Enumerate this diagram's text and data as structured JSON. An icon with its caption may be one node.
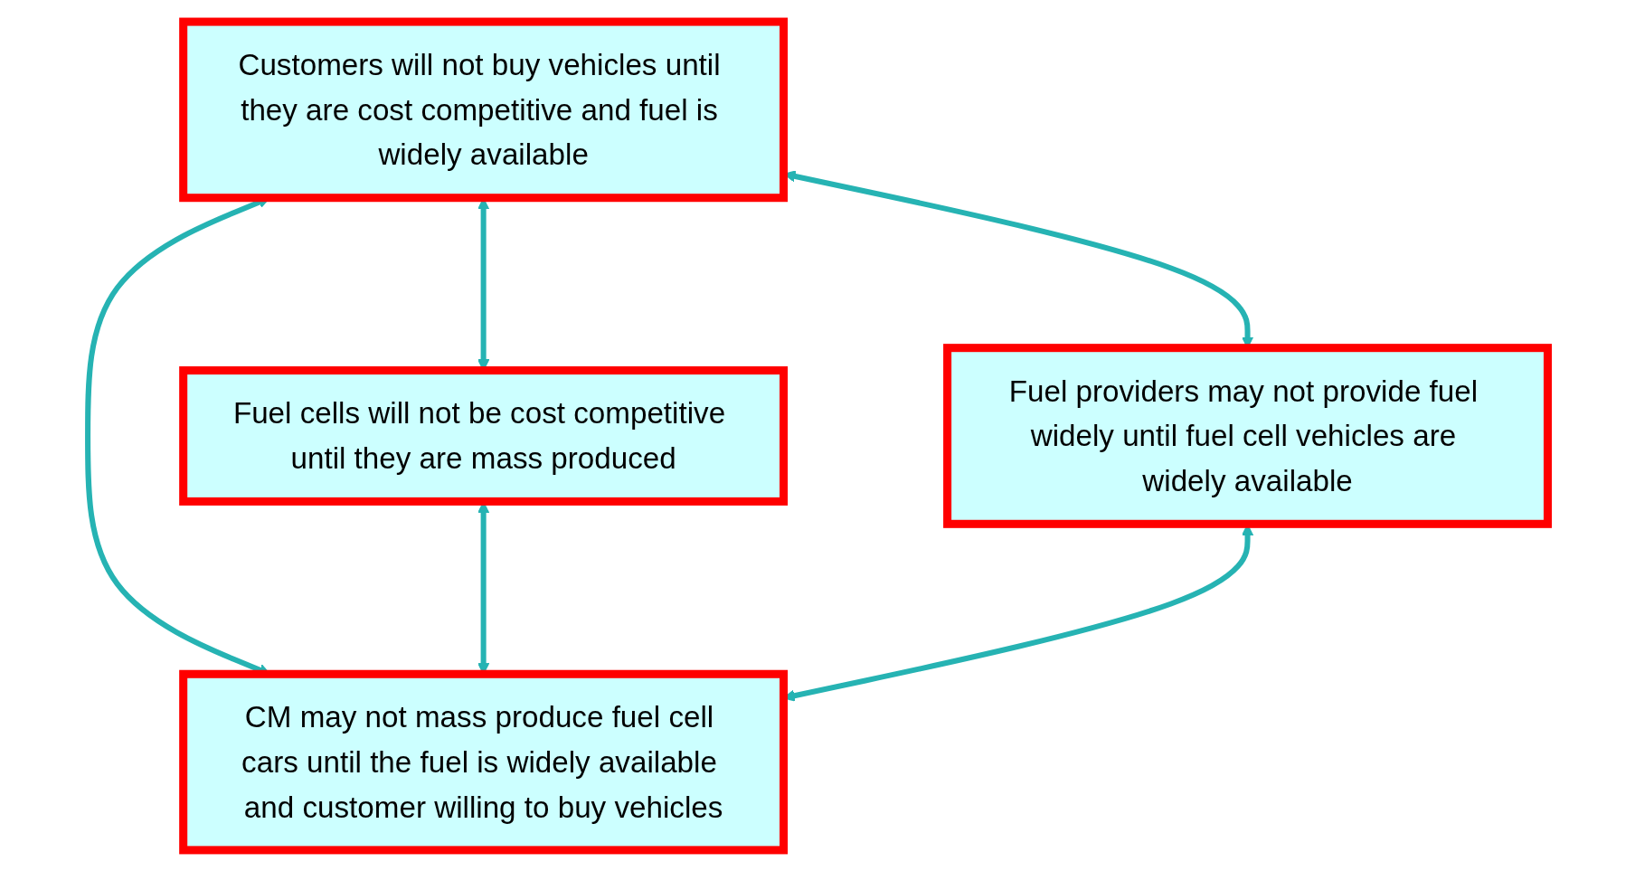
{
  "diagram": {
    "nodes": [
      {
        "text": [
          "Customers will not buy vehicles until they are cost competitive and fuel is widely available"
        ]
      },
      {
        "text": [
          "Fuel cells will not be cost competitive until they are mass produced"
        ]
      },
      {
        "text": [
          "Fuel providers may not provide fuel widely until fuel cell vehicles are widely available"
        ]
      },
      {
        "text": [
          "CM may not mass produce fuel cell cars until the fuel is widely available and customer willing to buy vehicles"
        ]
      }
    ],
    "edges": [
      {
        "from": 0,
        "to": 1,
        "arrow": "both"
      },
      {
        "from": 0,
        "to": 2,
        "arrow": "both"
      },
      {
        "from": 0,
        "to": 3,
        "arrow": "both"
      },
      {
        "from": 1,
        "to": 3,
        "arrow": "both"
      },
      {
        "from": 2,
        "to": 3,
        "arrow": "both"
      }
    ]
  }
}
